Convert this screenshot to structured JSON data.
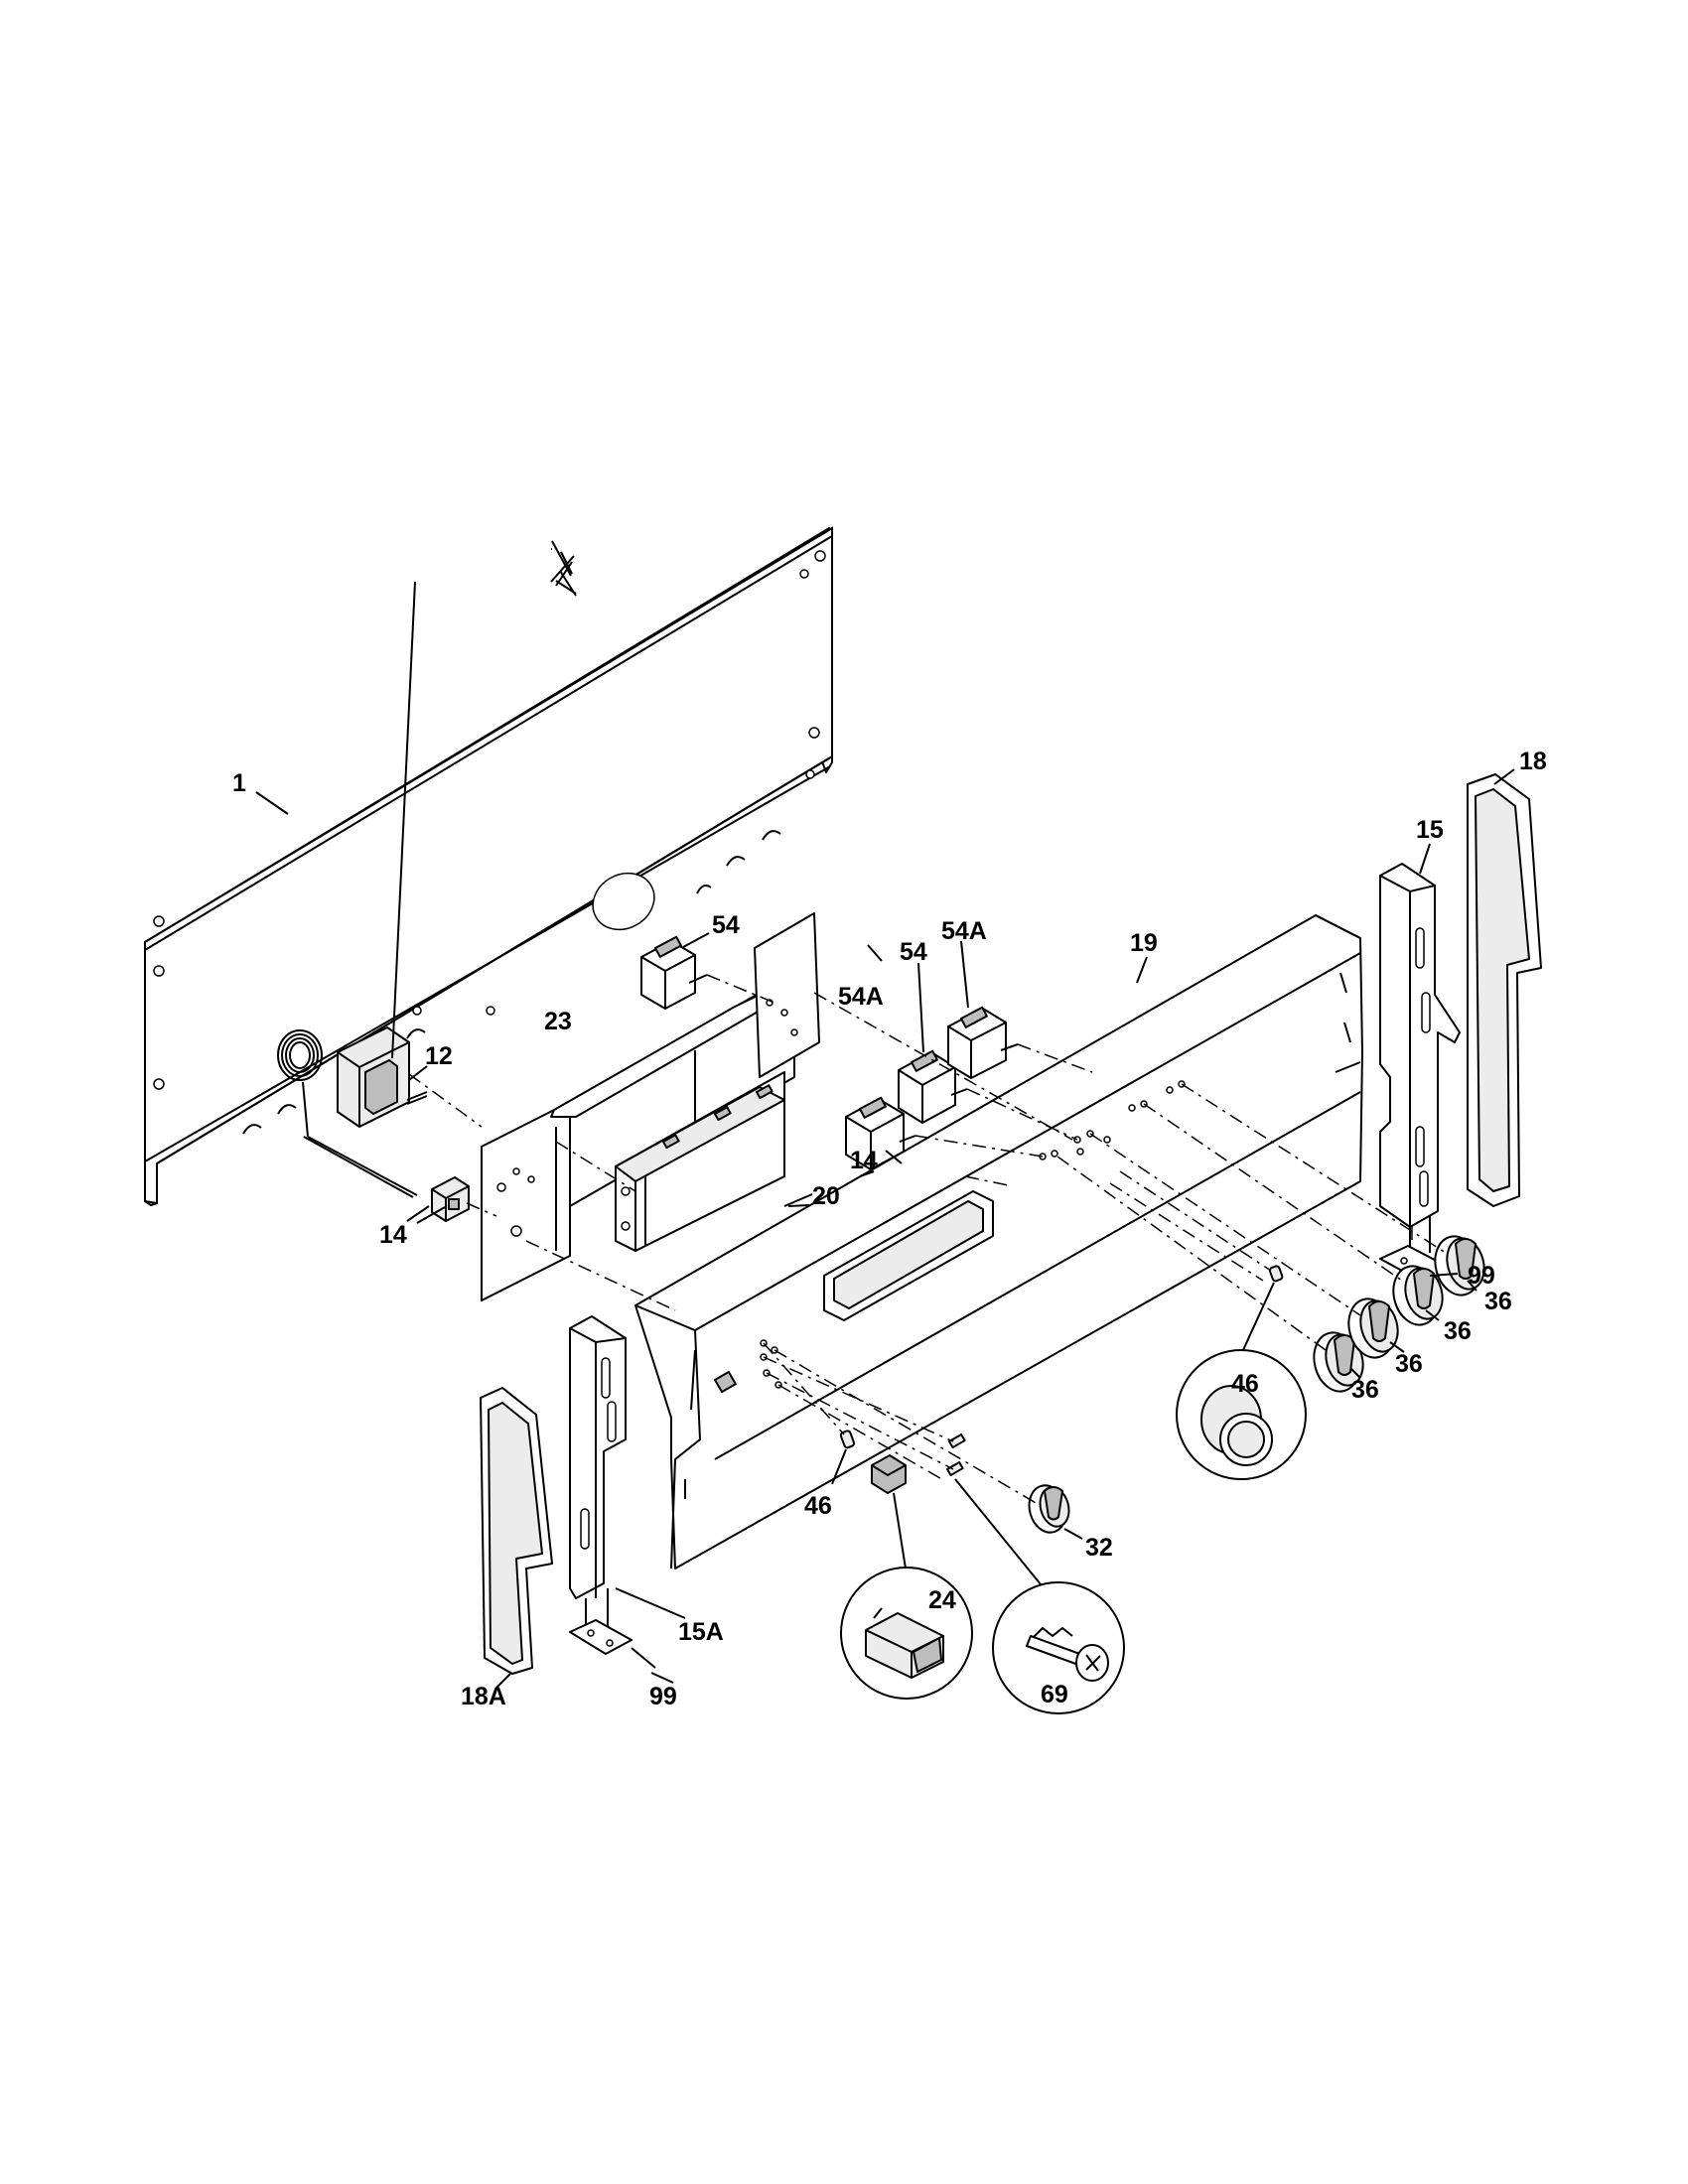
{
  "diagram": {
    "callouts": [
      {
        "id": "c1",
        "label": "1"
      },
      {
        "id": "c12",
        "label": "12"
      },
      {
        "id": "c14a",
        "label": "14"
      },
      {
        "id": "c14b",
        "label": "14"
      },
      {
        "id": "c15",
        "label": "15"
      },
      {
        "id": "c15a",
        "label": "15A"
      },
      {
        "id": "c18",
        "label": "18"
      },
      {
        "id": "c18a",
        "label": "18A"
      },
      {
        "id": "c19",
        "label": "19"
      },
      {
        "id": "c20",
        "label": "20"
      },
      {
        "id": "c23",
        "label": "23"
      },
      {
        "id": "c24",
        "label": "24"
      },
      {
        "id": "c32",
        "label": "32"
      },
      {
        "id": "c36a",
        "label": "36"
      },
      {
        "id": "c36b",
        "label": "36"
      },
      {
        "id": "c36c",
        "label": "36"
      },
      {
        "id": "c36d",
        "label": "36"
      },
      {
        "id": "c46a",
        "label": "46"
      },
      {
        "id": "c46b",
        "label": "46"
      },
      {
        "id": "c54a",
        "label": "54"
      },
      {
        "id": "c54b",
        "label": "54"
      },
      {
        "id": "c54Aa",
        "label": "54A"
      },
      {
        "id": "c54Ab",
        "label": "54A"
      },
      {
        "id": "c69",
        "label": "69"
      },
      {
        "id": "c99a",
        "label": "99"
      },
      {
        "id": "c99b",
        "label": "99"
      }
    ]
  }
}
